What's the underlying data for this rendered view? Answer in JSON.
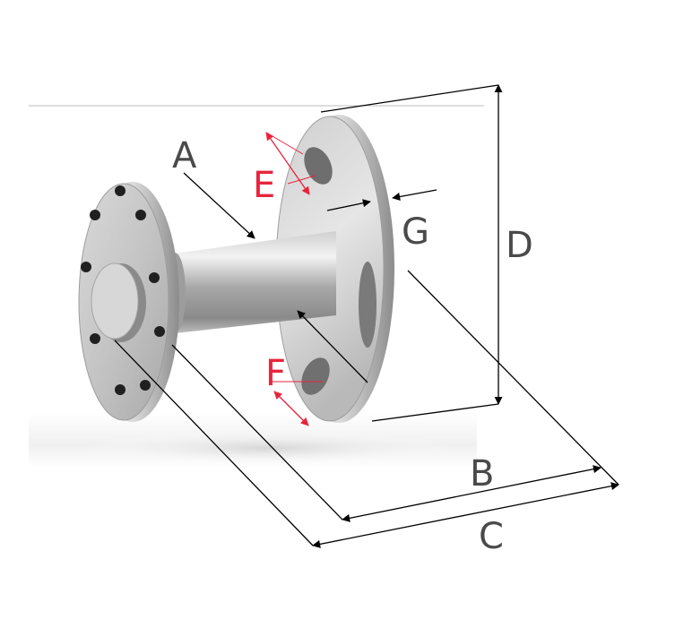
{
  "labels": {
    "a": "A",
    "b": "B",
    "c": "C",
    "d": "D",
    "e": "E",
    "f": "F",
    "g": "G"
  },
  "colors": {
    "dimension_line": "#000000",
    "label_gray": "#4a4a4a",
    "accent_red": "#e8243c",
    "steel_light": "#e4e4e4",
    "steel_mid": "#b4b4b4",
    "steel_dark": "#6e6e6e"
  }
}
